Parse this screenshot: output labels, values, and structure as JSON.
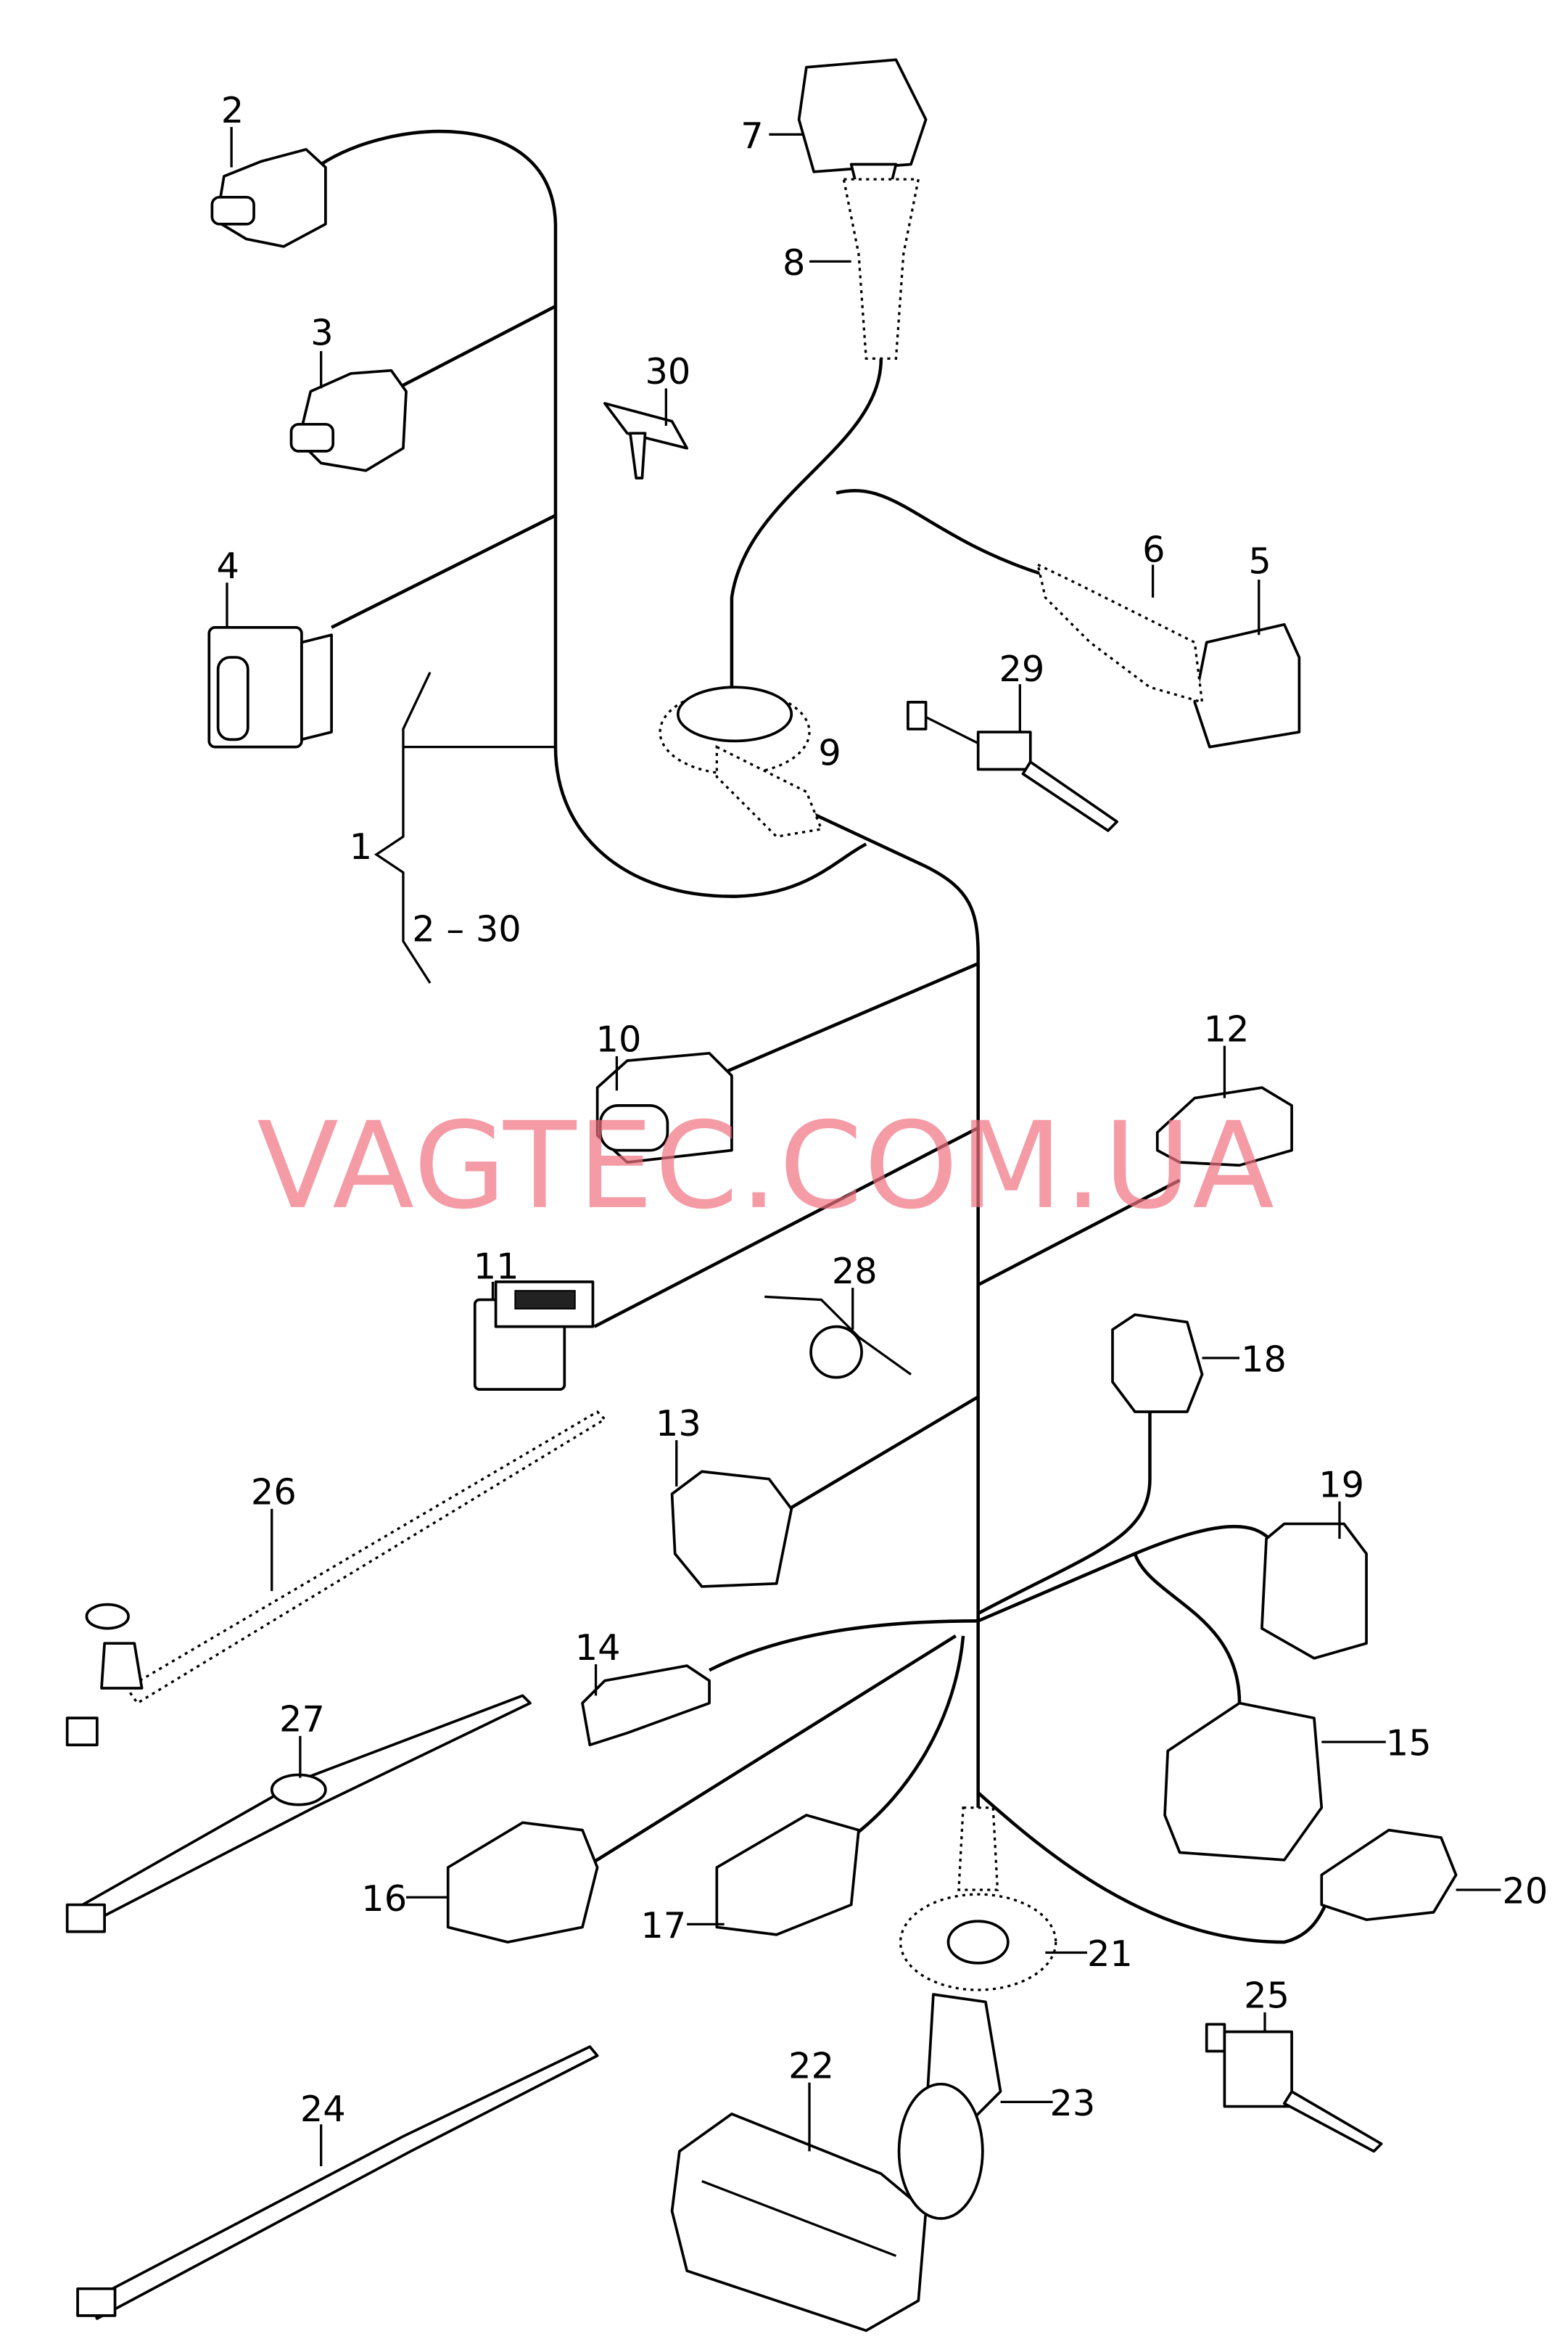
{
  "diagram": {
    "title": "Wiring harness parts diagram",
    "watermark": "VAGTEC.COM.UA",
    "group_label": {
      "main": "1",
      "range": "2 – 30"
    },
    "labels": {
      "p2": "2",
      "p3": "3",
      "p4": "4",
      "p5": "5",
      "p6": "6",
      "p7": "7",
      "p8": "8",
      "p9": "9",
      "p10": "10",
      "p11": "11",
      "p12": "12",
      "p13": "13",
      "p14": "14",
      "p15": "15",
      "p16": "16",
      "p17": "17",
      "p18": "18",
      "p19": "19",
      "p20": "20",
      "p21": "21",
      "p22": "22",
      "p23": "23",
      "p24": "24",
      "p25": "25",
      "p26": "26",
      "p27": "27",
      "p28": "28",
      "p29": "29",
      "p30": "30"
    },
    "colors": {
      "line": "#000000",
      "watermark": "#f07080",
      "background": "#ffffff"
    }
  }
}
